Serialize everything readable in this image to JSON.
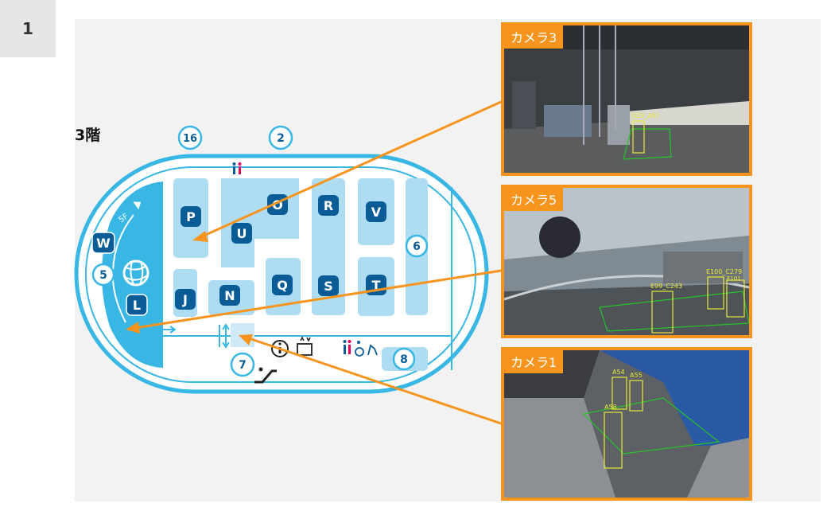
{
  "page_number": "1",
  "floor_label": "3階",
  "map": {
    "top_numbers": [
      "16",
      "2"
    ],
    "side_numbers": [
      "6",
      "5",
      "7",
      "8"
    ],
    "blocks": [
      "P",
      "U",
      "O",
      "R",
      "V",
      "J",
      "N",
      "Q",
      "S",
      "T",
      "W",
      "L"
    ],
    "stair_label": "5F"
  },
  "cameras": [
    {
      "label": "カメラ3",
      "tags": [
        "D29_A5?"
      ]
    },
    {
      "label": "カメラ5",
      "tags": [
        "E99_C243",
        "E100_C279",
        "E101"
      ]
    },
    {
      "label": "カメラ1",
      "tags": [
        "A54",
        "A55",
        "A58"
      ]
    }
  ],
  "colors": {
    "map_blue": "#38b6e4",
    "block_fill": "#aedcf3",
    "block_letter_bg": "#0a5c96",
    "accent_orange": "#f7941d"
  }
}
